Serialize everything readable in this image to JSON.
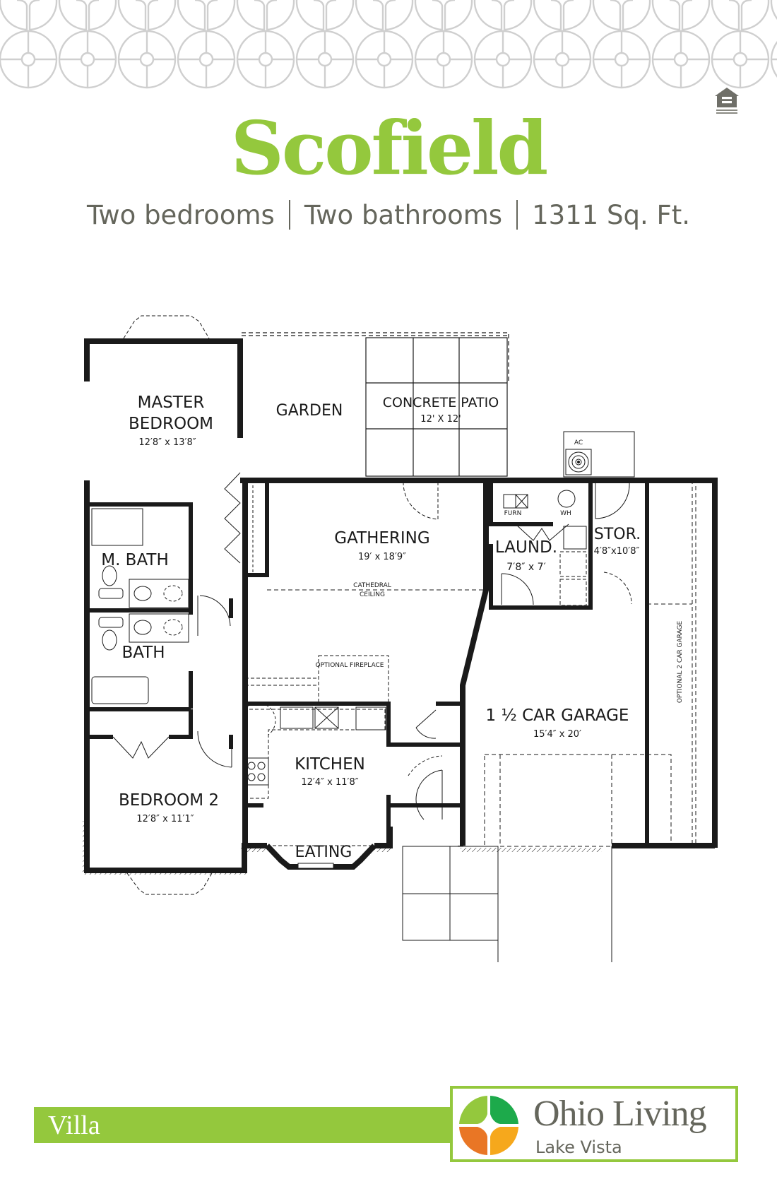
{
  "colors": {
    "brand_green": "#94c83d",
    "text_gray": "#65665c",
    "pattern_gray": "#cfcfcf",
    "wall": "#1a1a1a",
    "logo_light_green": "#94c83d",
    "logo_dark_green": "#1daa4b",
    "logo_orange": "#e97625",
    "logo_yellow": "#f6a81c"
  },
  "header": {
    "pattern_icon": "circle-quatrefoil-pattern",
    "equal_housing_icon": "equal-housing-opportunity-icon"
  },
  "title": "Scofield",
  "specs": [
    "Two bedrooms",
    "Two bathrooms",
    "1311 Sq. Ft."
  ],
  "floor_plan": {
    "rooms": {
      "master_bedroom": {
        "name_line1": "MASTER",
        "name_line2": "BEDROOM",
        "size": "12′8″ x 13′8″"
      },
      "garden": {
        "name": "GARDEN"
      },
      "concrete_patio": {
        "name": "CONCRETE PATIO",
        "size": "12' X 12'"
      },
      "ac": {
        "name": "AC"
      },
      "gathering": {
        "name": "GATHERING",
        "size": "19′ x 18′9″",
        "note_line1": "CATHEDRAL",
        "note_line2": "CEILING"
      },
      "furnace": {
        "name": "FURN"
      },
      "water_heater": {
        "name": "WH"
      },
      "laundry": {
        "name": "LAUND.",
        "size": "7′8″ x 7′"
      },
      "storage": {
        "name": "STOR.",
        "size": "4′8″x10′8″"
      },
      "master_bath": {
        "name": "M. BATH"
      },
      "bath": {
        "name": "BATH"
      },
      "optional_fireplace": {
        "name": "OPTIONAL FIREPLACE"
      },
      "garage": {
        "name": "1 ½ CAR GARAGE",
        "size": "15′4″ x 20′"
      },
      "optional_garage": {
        "name": "OPTIONAL 2 CAR GARAGE"
      },
      "kitchen": {
        "name": "KITCHEN",
        "size": "12′4″ x 11′8″"
      },
      "bedroom2": {
        "name": "BEDROOM 2",
        "size": "12′8″ x 11′1″"
      },
      "eating": {
        "name": "EATING"
      }
    }
  },
  "footer": {
    "category": "Villa",
    "logo": {
      "name": "Ohio Living",
      "community": "Lake Vista",
      "icon": "ohio-living-quadrant-logo-icon"
    }
  }
}
